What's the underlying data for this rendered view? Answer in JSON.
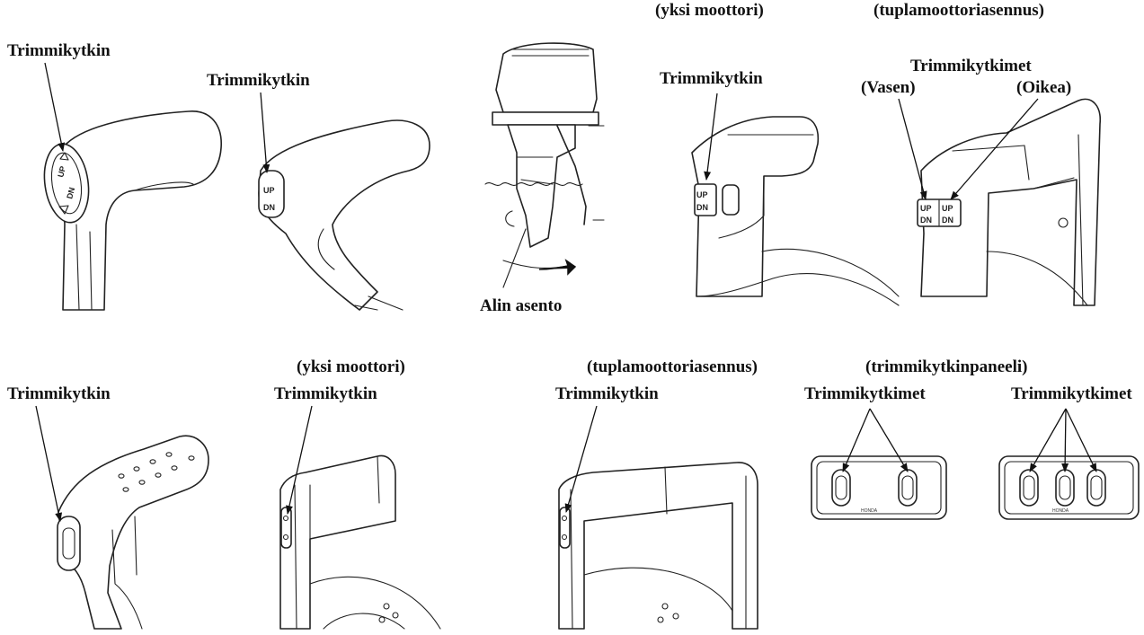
{
  "labels": {
    "trim_switch": "Trimmikytkin",
    "trim_switches": "Trimmikytkimet",
    "single_engine": "(yksi moottori)",
    "twin_engine": "(tuplamoottoriasennus)",
    "trim_panel": "(trimmikytkinpaneeli)",
    "left": "(Vasen)",
    "right": "(Oikea)",
    "lowest_position": "Alin asento"
  },
  "switch_text": {
    "up": "UP",
    "dn": "DN"
  },
  "panel_brand": "HONDA",
  "colors": {
    "line": "#222222",
    "background": "#ffffff"
  }
}
